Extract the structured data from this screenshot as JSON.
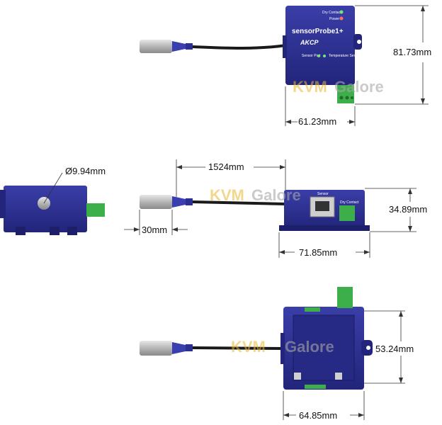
{
  "dimensions": {
    "height_top": "81.73mm",
    "width_top": "61.23mm",
    "probe_diameter": "Ø9.94mm",
    "cable_length": "1524mm",
    "probe_length": "30mm",
    "height_side": "34.89mm",
    "width_side": "71.85mm",
    "depth_bottom": "53.24mm",
    "width_bottom": "64.85mm"
  },
  "device": {
    "model": "sensorProbe1+",
    "brand": "AKCP",
    "led_dry_contact": "Dry Contact",
    "led_power": "Power",
    "led_sensor_port": "Sensor Port",
    "led_temperature": "Temperature Sensor",
    "side_label_sensor": "Sensor",
    "side_label_dry_contact": "Dry Contact"
  },
  "watermark": {
    "part1": "KVM",
    "part2": "Galore"
  },
  "colors": {
    "body": "#2c2f8f",
    "body_dark": "#1d1f6b",
    "connector_green": "#3cae4a",
    "probe_steel": "#c9c9c9",
    "cable": "#1a1a1a"
  }
}
